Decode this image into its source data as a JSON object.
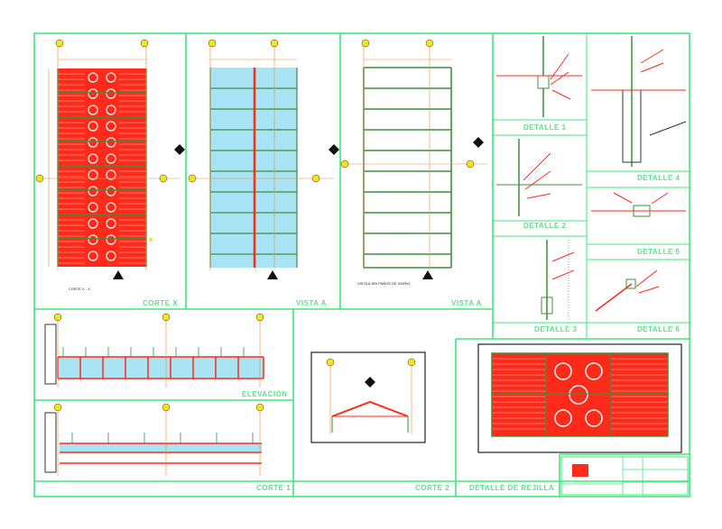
{
  "sheet": {
    "panels": [
      {
        "id": "corte-x",
        "label": "CORTE X"
      },
      {
        "id": "vista-a-1",
        "label": "VISTA A"
      },
      {
        "id": "vista-a-2",
        "label": "VISTA A"
      },
      {
        "id": "detalle-1",
        "label": "DETALLE 1"
      },
      {
        "id": "detalle-2",
        "label": "DETALLE 2"
      },
      {
        "id": "detalle-3",
        "label": "DETALLE 3"
      },
      {
        "id": "detalle-4",
        "label": "DETALLE 4"
      },
      {
        "id": "detalle-5",
        "label": "DETALLE 5"
      },
      {
        "id": "detalle-6",
        "label": "DETALLE 6"
      },
      {
        "id": "elevacion",
        "label": "ELEVACION"
      },
      {
        "id": "corte-1",
        "label": "CORTE 1"
      },
      {
        "id": "corte-2",
        "label": "CORTE 2"
      },
      {
        "id": "detalle-rejilla",
        "label": "DETALLE DE REJILLA"
      }
    ],
    "small_notes": {
      "corte_x_caption": "CORTE X - X",
      "vista_caption": "VISTA A SIN PAÑOS DE VIDRIO"
    },
    "colors": {
      "frame": "#3ee87a",
      "red": "#ff2a1a",
      "glass": "#a9e4f5",
      "steel": "#3c8f3c",
      "dim": "#f08a3a",
      "yellow": "#f7e21c"
    }
  }
}
